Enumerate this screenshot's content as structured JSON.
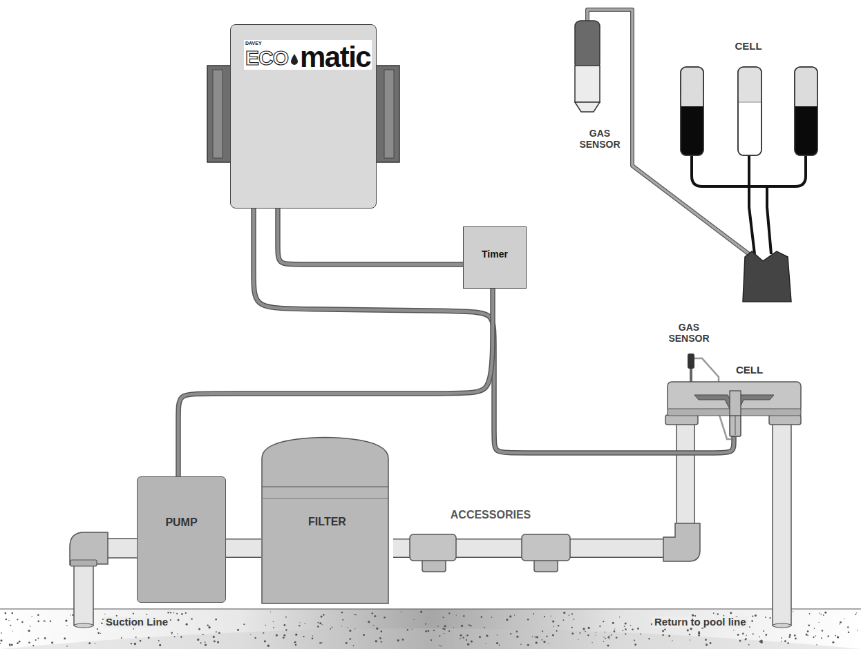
{
  "diagram": {
    "nodes": [
      {
        "text": [
          "DAVEY",
          "ECO",
          "matic"
        ]
      },
      {
        "text": [
          "Timer"
        ]
      },
      {
        "text": [
          "CELL"
        ]
      },
      {
        "text": [
          "PUMP"
        ]
      },
      {
        "text": [
          "FILTER"
        ]
      }
    ],
    "edges": [
      {
        "from": 0,
        "to": 1,
        "arrow": "none"
      },
      {
        "from": 0,
        "to": 2,
        "arrow": "none"
      },
      {
        "from": 1,
        "to": 3,
        "arrow": "none"
      },
      {
        "from": 3,
        "to": 4,
        "arrow": "none"
      },
      {
        "from": 4,
        "to": 2,
        "arrow": "none"
      }
    ],
    "labels": [
      "CELL",
      "GAS SENSOR",
      "GAS SENSOR",
      "ACCESSORIES",
      "Suction Line",
      "Return to pool line"
    ]
  }
}
